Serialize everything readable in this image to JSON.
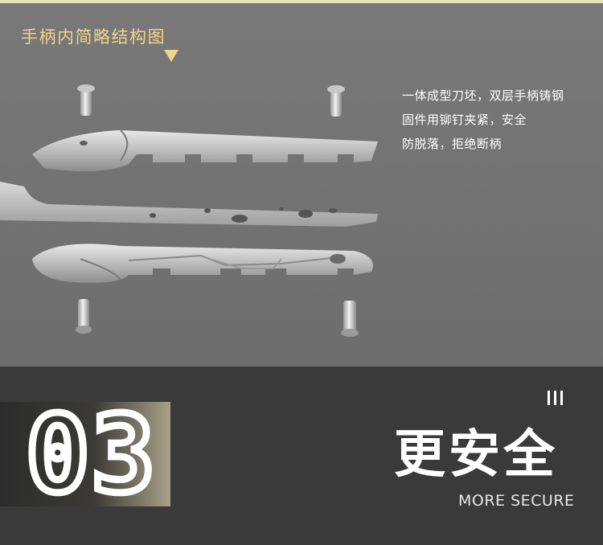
{
  "section": {
    "title": "手柄内简略结构图"
  },
  "description": {
    "lines": [
      "一体成型刀坯，双层手柄铸钢",
      "固件用铆钉夹紧，安全",
      "防脱落，拒绝断柄"
    ]
  },
  "feature": {
    "number": "03",
    "headline": "更安全",
    "subheadline": "MORE SECURE"
  },
  "icons": {
    "arrow": "down-triangle-icon",
    "bars": "triple-bar-icon"
  },
  "colors": {
    "accent": "#f1d58a",
    "upper_bg": "#737373",
    "lower_bg": "#3a3a3a",
    "top_strip": "#e9e0b6"
  }
}
